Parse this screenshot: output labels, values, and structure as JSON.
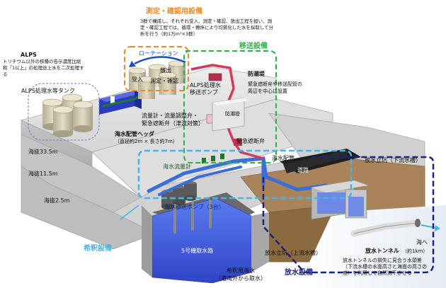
{
  "colors": {
    "orange": "#f08a24",
    "green": "#2db24a",
    "lightblue": "#47b4e6",
    "navy": "#1a237e",
    "water": "#4169e1",
    "pipe": "#d23a5c",
    "land": "#d8d8d8",
    "ground": "#9a7a4a"
  },
  "sections": {
    "measure_title": "測定・確認用設備",
    "measure_desc": [
      "3群で構成し、それぞれ受入、測定・確認、放出工程を担い、測",
      "定・確認工程では、循環・攪拌により均質化した水を採取して分",
      "析を行う（約1万m³×3群）"
    ],
    "transfer_title": "移送設備",
    "dilution_title": "希釈設備",
    "discharge_title": "放水設備"
  },
  "alps": {
    "title": "ALPS",
    "desc": [
      "トリチウム以外の核種の告示濃度比総",
      "和「1以上」の処理途上水を二次処理す",
      "る"
    ],
    "tank": "ALPS処理水等タンク"
  },
  "measure_tank": {
    "rotation": "ローテーション",
    "receive": "受入",
    "release": "放出",
    "measure": "測定・確認"
  },
  "labels": {
    "pump": [
      "ALPS処理水",
      "移送ポンプ"
    ],
    "seawall": "防潮堤",
    "seawall_vert": "防潮堤",
    "valve_note": [
      "緊急遮断弁や移送配管の",
      "周辺を中心に設置"
    ],
    "flow": [
      "流量計・流量調整弁・",
      "緊急遮断弁（津波対策）"
    ],
    "header": "海水配管ヘッダ",
    "header_dim": "（直径約2m × 長さ約7m）",
    "emergency_valve": "緊急遮断弁",
    "sea_flow": "海水流量計",
    "sea_pipe": "海水配管",
    "road": "道路",
    "shaft": "放水立坑（下流水槽）",
    "pump3": "海水移送ポンプ（3台）",
    "intake": "5号機取水路",
    "dil_water": [
      "希釈用海水",
      "（港湾外から取水）"
    ],
    "shaft_up": "放水立坑（上流水槽）",
    "tunnel": "放水トンネル",
    "tunnel_len": "（約1km）",
    "to_sea": "海へ",
    "tunnel_note": [
      "放水トンネルの損失に見合う水頭差",
      "（下流水槽の水面高さと海面の高さの",
      "差）を利用して自然流下させる"
    ]
  },
  "elevations": {
    "e1": "海抜33.5m",
    "e2": "海抜11.5m",
    "e3": "海抜2.5m"
  }
}
